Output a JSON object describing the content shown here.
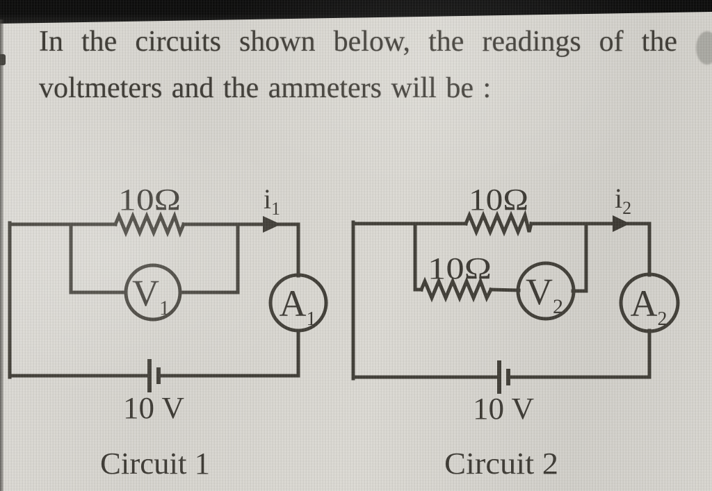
{
  "question": {
    "line1": "In the circuits shown below, the readings of the",
    "line2": "voltmeters and the ammeters will be :"
  },
  "circuit1": {
    "title": "Circuit 1",
    "battery_label": "10 V",
    "top_resistor_label": "10Ω",
    "current_label": "i",
    "current_subscript": "1",
    "voltmeter_label": "V",
    "voltmeter_subscript": "1",
    "ammeter_label": "A",
    "ammeter_subscript": "1"
  },
  "circuit2": {
    "title": "Circuit 2",
    "battery_label": "10 V",
    "top_resistor_label": "10Ω",
    "branch_resistor_label": "10Ω",
    "current_label": "i",
    "current_subscript": "2",
    "voltmeter_label": "V",
    "voltmeter_subscript": "2",
    "ammeter_label": "A",
    "ammeter_subscript": "2"
  },
  "colors": {
    "ink": "#38352e",
    "paper": "#d8d6d0",
    "top_bar": "#0a0a0a"
  }
}
